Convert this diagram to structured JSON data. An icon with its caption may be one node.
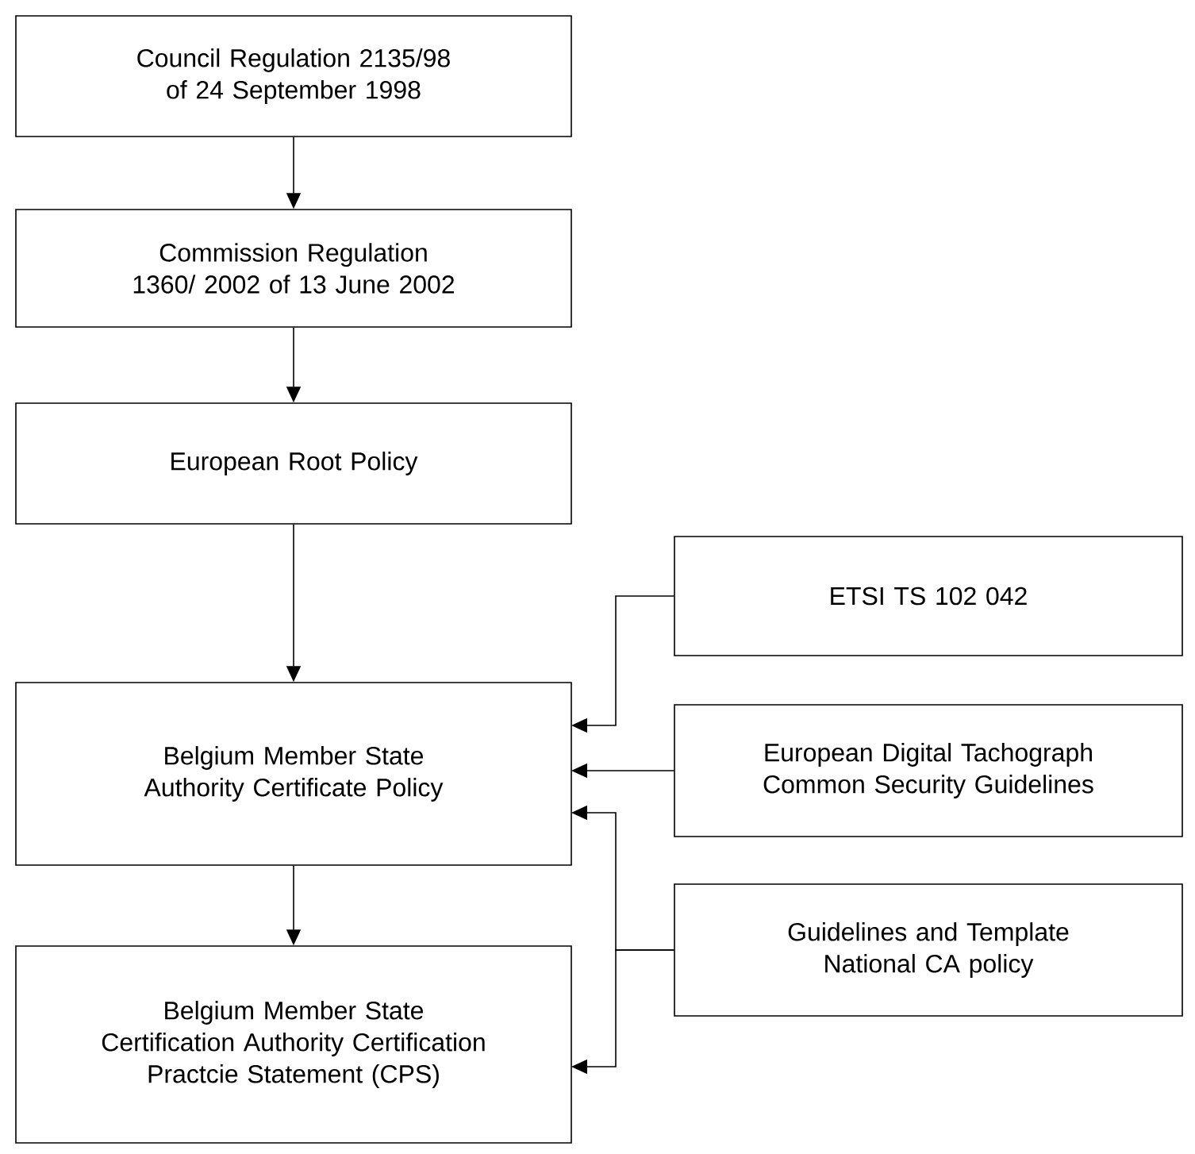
{
  "diagram": {
    "nodes": [
      {
        "text": [
          "Council Regulation 2135/98 of 24 September 1998"
        ]
      },
      {
        "text": [
          "Commission Regulation 1360/ 2002 of 13 June 2002"
        ]
      },
      {
        "text": [
          "European Root Policy"
        ]
      },
      {
        "text": [
          "Belgium Member State Authority Certificate Policy"
        ]
      },
      {
        "text": [
          "Belgium Member State Certification Authority Certification Practcie Statement (CPS)"
        ]
      },
      {
        "text": [
          "ETSI TS 102 042"
        ]
      },
      {
        "text": [
          "European Digital Tachograph Common Security Guidelines"
        ]
      },
      {
        "text": [
          "Guidelines and Template National CA policy"
        ]
      }
    ],
    "edges": [
      {
        "from": 0,
        "to": 1,
        "arrow": "to"
      },
      {
        "from": 1,
        "to": 2,
        "arrow": "to"
      },
      {
        "from": 2,
        "to": 3,
        "arrow": "to"
      },
      {
        "from": 3,
        "to": 4,
        "arrow": "to"
      },
      {
        "from": 5,
        "to": 3,
        "arrow": "to"
      },
      {
        "from": 6,
        "to": 3,
        "arrow": "to"
      },
      {
        "from": 7,
        "to": 3,
        "arrow": "to"
      },
      {
        "from": 7,
        "to": 4,
        "arrow": "to"
      }
    ]
  }
}
